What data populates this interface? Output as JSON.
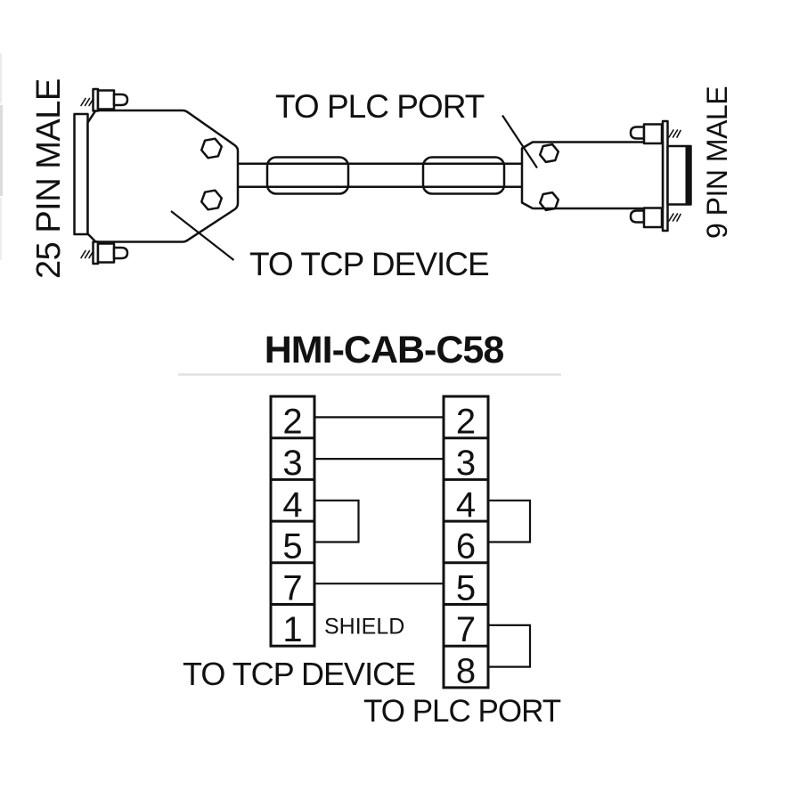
{
  "title": "HMI-CAB-C58",
  "top_view": {
    "left_connector_label": "25 PIN MALE",
    "right_connector_label": "9 PIN MALE",
    "to_plc_label": "TO PLC PORT",
    "to_tcp_label": "TO TCP DEVICE"
  },
  "pinout": {
    "left_pins": [
      "2",
      "3",
      "4",
      "5",
      "7",
      "1"
    ],
    "right_pins": [
      "2",
      "3",
      "4",
      "6",
      "5",
      "7",
      "8"
    ],
    "shield_label": "SHIELD",
    "left_footer_label": "TO TCP DEVICE",
    "right_footer_label": "TO PLC PORT",
    "straight_connections": [
      [
        "2",
        "2"
      ],
      [
        "3",
        "3"
      ],
      [
        "7",
        "5"
      ]
    ],
    "left_jumpers": [
      [
        "4",
        "5"
      ]
    ],
    "right_jumpers": [
      [
        "4",
        "6"
      ],
      [
        "7",
        "8"
      ]
    ]
  },
  "colors": {
    "line": "#111111",
    "bead_fill": "#ececec",
    "separator": "#e2e2e2"
  }
}
